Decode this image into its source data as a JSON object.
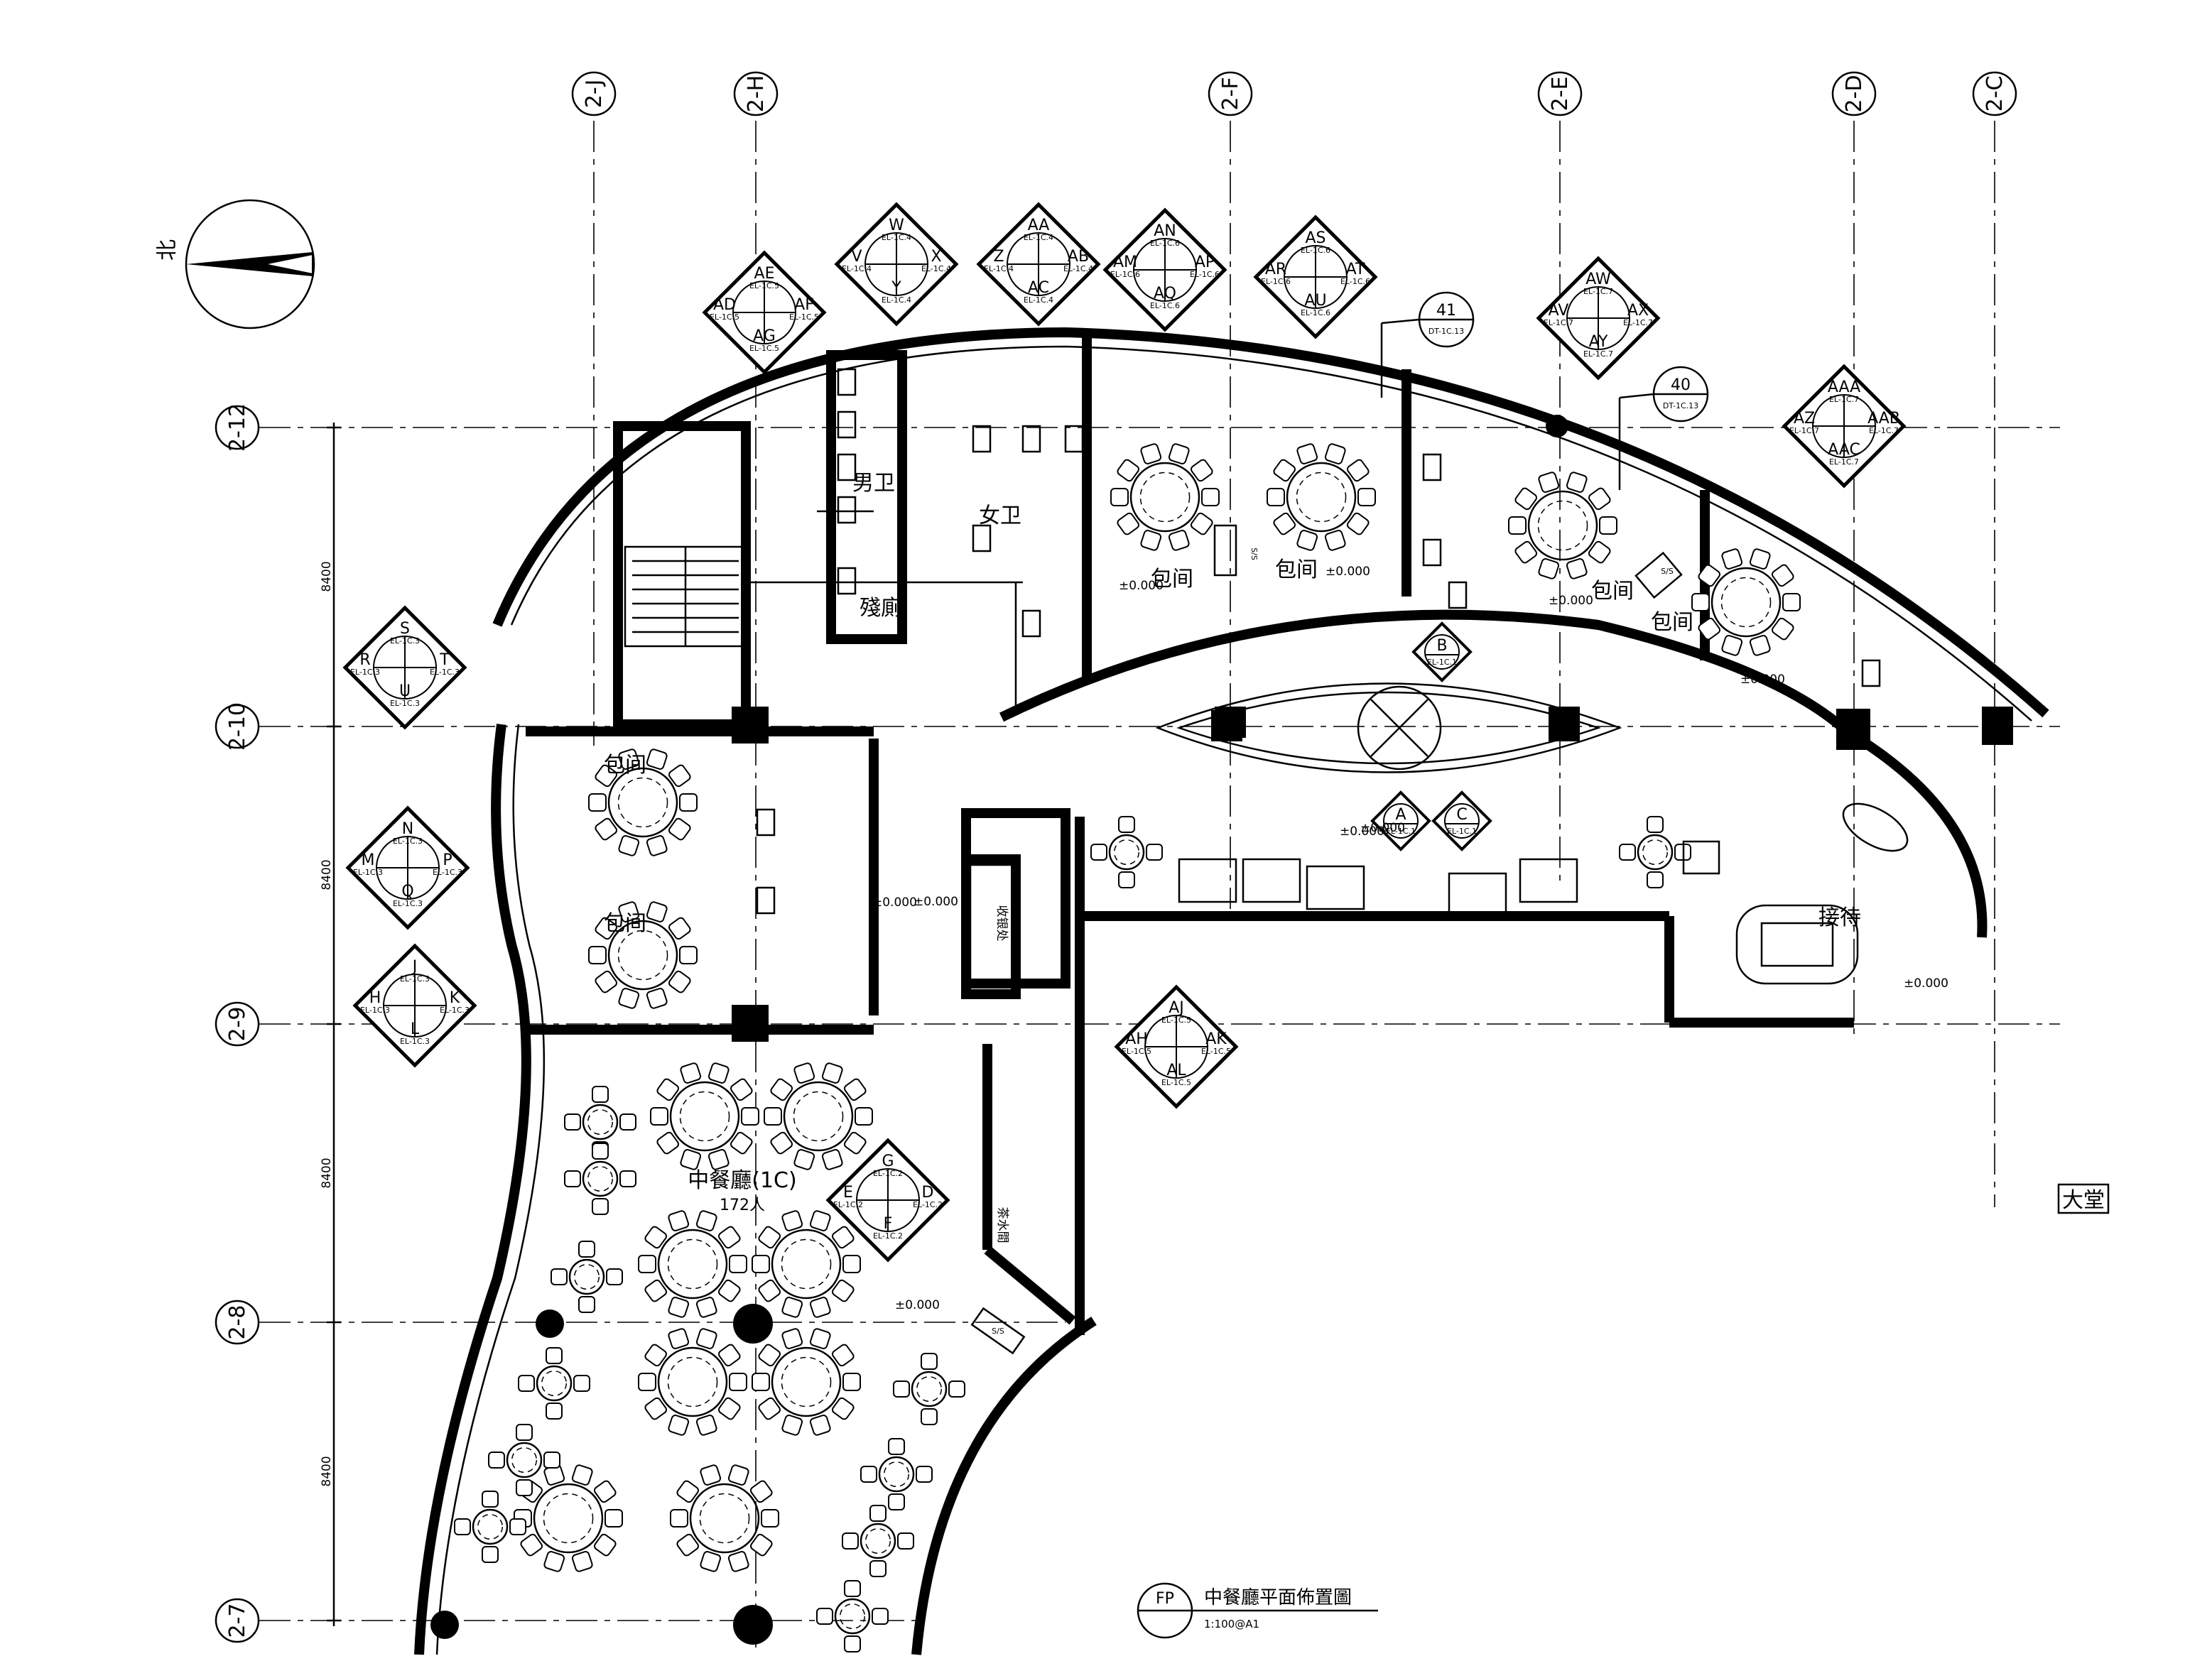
{
  "drawing": {
    "title": "中餐廳平面佈置圖",
    "scale": "1:100@A1",
    "tag": "FP",
    "north_label": "北"
  },
  "grid_v": [
    "2-J",
    "2-H",
    "2-F",
    "2-E",
    "2-D",
    "2-C"
  ],
  "grid_h": [
    "2-12",
    "2-10",
    "2-9",
    "2-8",
    "2-7"
  ],
  "dims": [
    "8400",
    "8400",
    "8400",
    "8400"
  ],
  "rooms": [
    {
      "id": "mens",
      "text": "男卫"
    },
    {
      "id": "womens",
      "text": "女卫"
    },
    {
      "id": "accessible",
      "text": "殘廁"
    },
    {
      "id": "pr1",
      "text": "包间"
    },
    {
      "id": "pr2",
      "text": "包间"
    },
    {
      "id": "pr3",
      "text": "包间"
    },
    {
      "id": "pr4",
      "text": "包间"
    },
    {
      "id": "pr5",
      "text": "包间"
    },
    {
      "id": "pr6",
      "text": "包间"
    },
    {
      "id": "hall",
      "text": "中餐廳(1C)"
    },
    {
      "id": "hall_cap",
      "text": "172人"
    },
    {
      "id": "reception",
      "text": "接待"
    },
    {
      "id": "lobby",
      "text": "大堂"
    },
    {
      "id": "cashier",
      "text": "收银处"
    },
    {
      "id": "tea",
      "text": "茶水間"
    }
  ],
  "levels": [
    "±0.000",
    "±0.000",
    "±0.000",
    "±0.000",
    "±0.000",
    "±0.000",
    "±0.000",
    "±0.000",
    "±0.000",
    "±0.000"
  ],
  "elev_keys": [
    {
      "t": "AE",
      "l": "AD",
      "r": "AF",
      "b": "AG",
      "ref": "EL-1C.5"
    },
    {
      "t": "W",
      "l": "V",
      "r": "X",
      "b": "Y",
      "ref": "EL-1C.4"
    },
    {
      "t": "AA",
      "l": "Z",
      "r": "AB",
      "b": "AC",
      "ref": "EL-1C.4"
    },
    {
      "t": "AN",
      "l": "AM",
      "r": "AP",
      "b": "AQ",
      "ref": "EL-1C.6"
    },
    {
      "t": "AS",
      "l": "AR",
      "r": "AT",
      "b": "AU",
      "ref": "EL-1C.6"
    },
    {
      "t": "AW",
      "l": "AV",
      "r": "AX",
      "b": "AY",
      "ref": "EL-1C.7"
    },
    {
      "t": "AAA",
      "l": "AZ",
      "r": "AAB",
      "b": "AAC",
      "ref": "EL-1C.7"
    },
    {
      "t": "S",
      "l": "R",
      "r": "T",
      "b": "U",
      "ref": "EL-1C.3"
    },
    {
      "t": "N",
      "l": "M",
      "r": "P",
      "b": "Q",
      "ref": "EL-1C.3"
    },
    {
      "t": "J",
      "l": "H",
      "r": "K",
      "b": "L",
      "ref": "EL-1C.3"
    },
    {
      "t": "AJ",
      "l": "AH",
      "r": "AK",
      "b": "AL",
      "ref": "EL-1C.5"
    },
    {
      "t": "G",
      "l": "E",
      "r": "D",
      "b": "F",
      "ref": "EL-1C.2"
    }
  ],
  "small_keys": [
    {
      "t": "B",
      "ref": "EL-1C.1"
    },
    {
      "t": "A",
      "ref": "EL-1C.1"
    },
    {
      "t": "C",
      "ref": "EL-1C.1"
    }
  ],
  "detail_bubbles": [
    {
      "num": "41",
      "ref": "DT-1C.13"
    },
    {
      "num": "40",
      "ref": "DT-1C.13"
    }
  ],
  "misc_labels": [
    "S/S",
    "S/S",
    "S/S"
  ]
}
